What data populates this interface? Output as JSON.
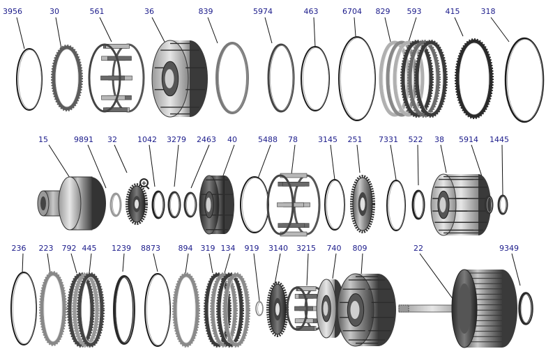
{
  "diagram": {
    "rows": [
      {
        "name": "top",
        "labels": [
          "3956",
          "30",
          "561",
          "36",
          "839",
          "5974",
          "463",
          "6704",
          "829",
          "593",
          "415",
          "318"
        ]
      },
      {
        "name": "middle",
        "labels": [
          "15",
          "9891",
          "32",
          "1042",
          "3279",
          "2463",
          "40",
          "5488",
          "78",
          "3145",
          "251",
          "7331",
          "522",
          "38",
          "5914",
          "1445"
        ]
      },
      {
        "name": "bottom",
        "labels": [
          "236",
          "223",
          "792",
          "445",
          "1239",
          "8873",
          "894",
          "319",
          "134",
          "919",
          "3140",
          "3215",
          "740",
          "809",
          "22",
          "9349"
        ]
      }
    ],
    "zoom_icon": "magnifier-plus-icon",
    "colors": {
      "label": "#1a1a8a",
      "leader": "#111111",
      "metal": "#8a8a8a",
      "dark": "#3c3c3c",
      "ring": "#1a1a1a"
    }
  }
}
